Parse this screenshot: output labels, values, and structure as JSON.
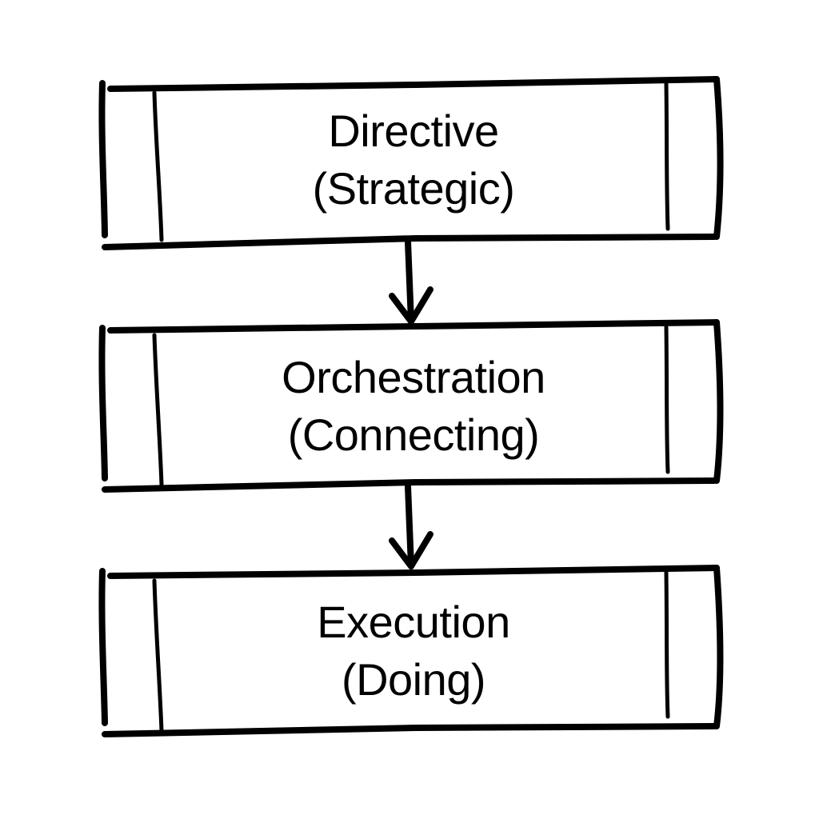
{
  "diagram": {
    "type": "flowchart-vertical",
    "style": "hand-drawn",
    "colors": {
      "background": "#ffffff",
      "stroke": "#000000",
      "text": "#000000"
    },
    "nodes": [
      {
        "id": "directive",
        "shape": "predefined-process",
        "title": "Directive",
        "subtitle": "(Strategic)"
      },
      {
        "id": "orchestration",
        "shape": "predefined-process",
        "title": "Orchestration",
        "subtitle": "(Connecting)"
      },
      {
        "id": "execution",
        "shape": "predefined-process",
        "title": "Execution",
        "subtitle": "(Doing)"
      }
    ],
    "edges": [
      {
        "from": "directive",
        "to": "orchestration",
        "type": "arrow"
      },
      {
        "from": "orchestration",
        "to": "execution",
        "type": "arrow"
      }
    ]
  }
}
